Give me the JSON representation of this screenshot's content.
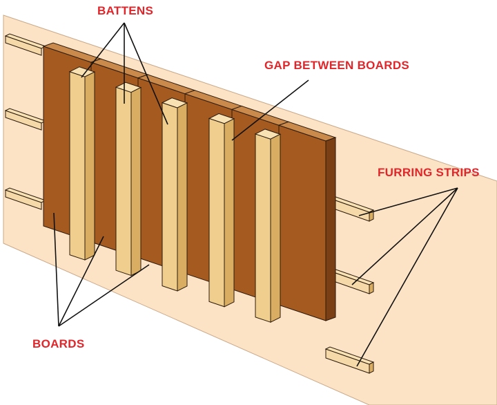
{
  "labels": {
    "battens": "BATTENS",
    "gap": "GAP BETWEEN BOARDS",
    "furring": "FURRING STRIPS",
    "boards": "BOARDS"
  },
  "colors": {
    "label_text": "#e0262a",
    "wall": "#fde3c6",
    "board_face": "#a55a20",
    "board_side": "#7a3f14",
    "board_top": "#c98a4c",
    "batten_face": "#f0cf8e",
    "batten_side": "#d9ae62",
    "batten_top": "#f8e2b4",
    "furring": "#f5d9a8",
    "leader": "#111111",
    "outline": "#2a1a0c"
  }
}
